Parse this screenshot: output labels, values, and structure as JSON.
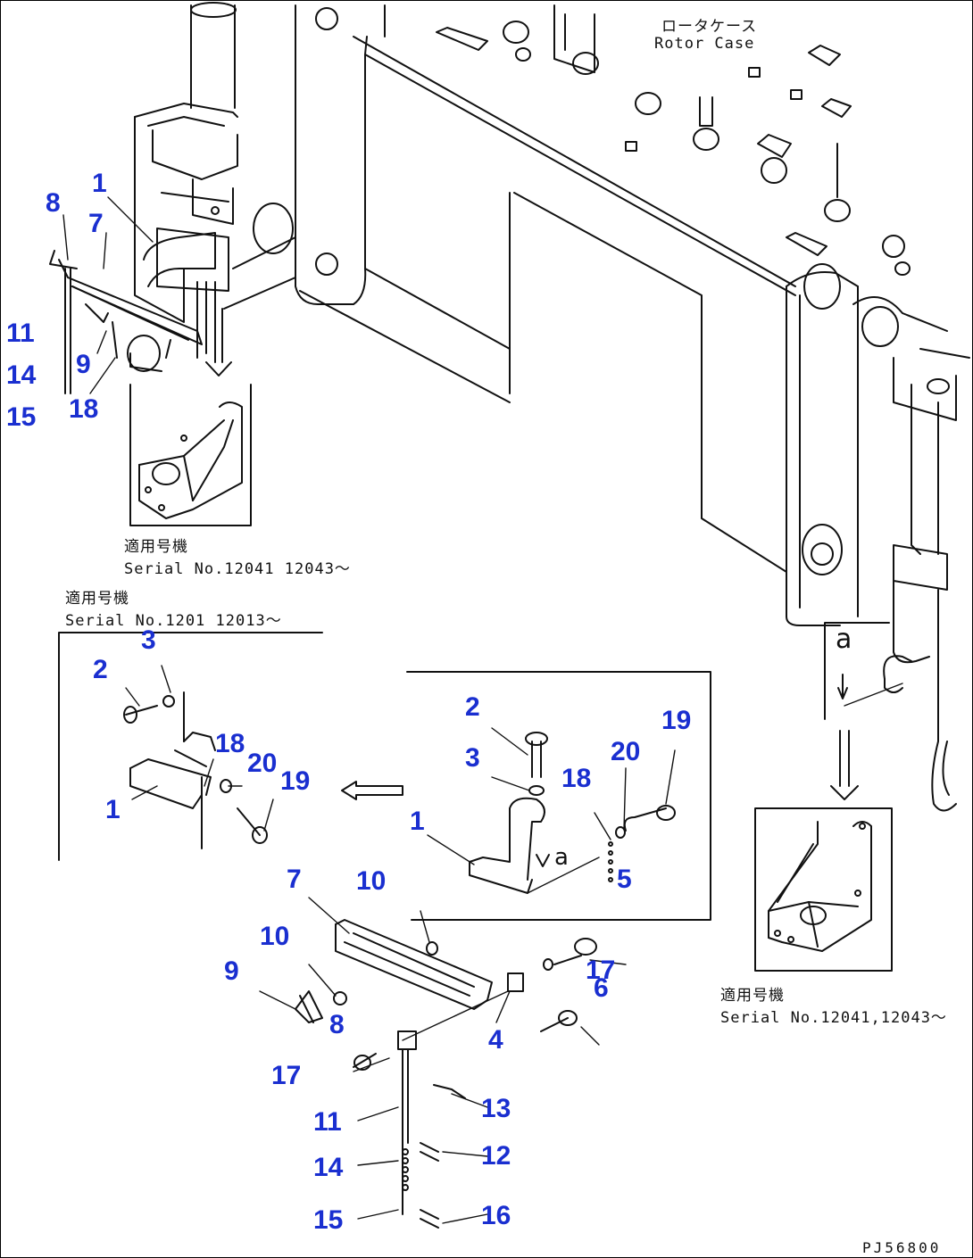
{
  "captions": {
    "rotor_case_jp": "ロータケース",
    "rotor_case_en": "Rotor Case",
    "applicable_jp": "適用号機",
    "serial_top": "Serial No.12041 12043～",
    "serial_mid": "Serial No.1201 12013～",
    "serial_right": "Serial No.12041,12043～",
    "view_a": "a",
    "view_a_small": "a",
    "drawing_ref": "PJ56800"
  },
  "callouts": {
    "top": [
      "8",
      "1",
      "7",
      "11",
      "14",
      "9",
      "15",
      "18"
    ],
    "left_detail": [
      "3",
      "2",
      "18",
      "20",
      "19",
      "1"
    ],
    "right_detail": [
      "2",
      "3",
      "20",
      "19",
      "18",
      "1",
      "5"
    ],
    "lower": [
      "7",
      "10",
      "10",
      "9",
      "8",
      "17",
      "6",
      "4",
      "17",
      "11",
      "13",
      "12",
      "14",
      "15",
      "16"
    ]
  },
  "colors": {
    "callout": "#1a2fd0",
    "line": "#111111"
  }
}
